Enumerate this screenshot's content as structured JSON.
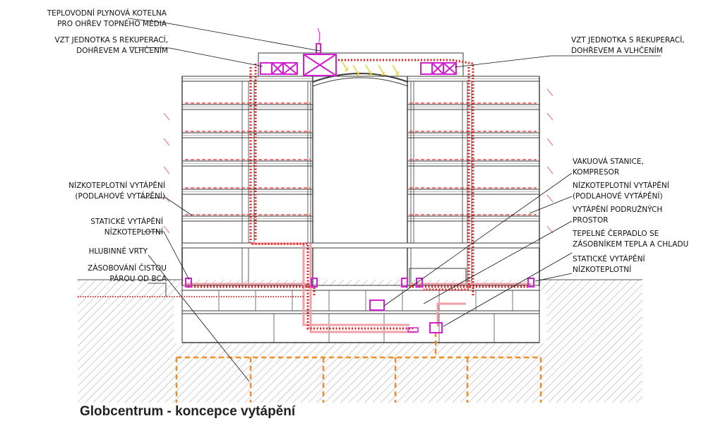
{
  "caption": "Globcentrum - koncepce vytápění",
  "labels": {
    "kotelna": [
      "TEPLOVODNÍ PLYNOVÁ KOTELNA",
      "PRO OHŘEV TOPNÉHO MÉDIA"
    ],
    "vzt_left": [
      "VZT JEDNOTKA S REKUPERACÍ,",
      "DOHŘEVEM A VLHČENÍM"
    ],
    "vzt_right": [
      "VZT JEDNOTKA S REKUPERACÍ,",
      "DOHŘEVEM A VLHČENÍM"
    ],
    "nizko_left": [
      "NÍZKOTEPLOTNÍ VYTÁPĚNÍ",
      "(PODLAHOVÉ VYTÁPĚNÍ)"
    ],
    "staticke_left": [
      "STATICKÉ VYTÁPĚNÍ",
      "NÍZKOTEPLOTNÍ"
    ],
    "vrty": [
      "HLUBINNÉ VRTY"
    ],
    "zasobovani": [
      "ZÁSOBOVÁNÍ ČISTOU",
      "PÁROU OD BCA"
    ],
    "vakuova": [
      "VAKUOVÁ STANICE,",
      "KOMPRESOR"
    ],
    "nizko_right": [
      "NÍZKOTEPLOTNÍ VYTÁPĚNÍ",
      "(PODLAHOVÉ VYTÁPĚNÍ)"
    ],
    "podruzne": [
      "VYTÁPĚNÍ PODRUŽNÝCH",
      "PROSTOR"
    ],
    "cerpadlo": [
      "TEPELNÉ ČERPADLO SE",
      "ZÁSOBNÍKEM TEPLA A CHLADU"
    ],
    "staticke_right": [
      "STATICKÉ VYTÁPĚNÍ",
      "NÍZKOTEPLOTNÍ"
    ]
  },
  "colors": {
    "structure": "#3a3a3a",
    "heating_dots": "#e02020",
    "floor_heating_dash": "#e05050",
    "pipe_pink": "#f0a0a8",
    "equipment_magenta": "#d020d0",
    "boreholes_orange": "#f08c28",
    "solar_yellow": "#e8d040",
    "ground_hatch": "#909090",
    "steam_red": "#e03030"
  }
}
